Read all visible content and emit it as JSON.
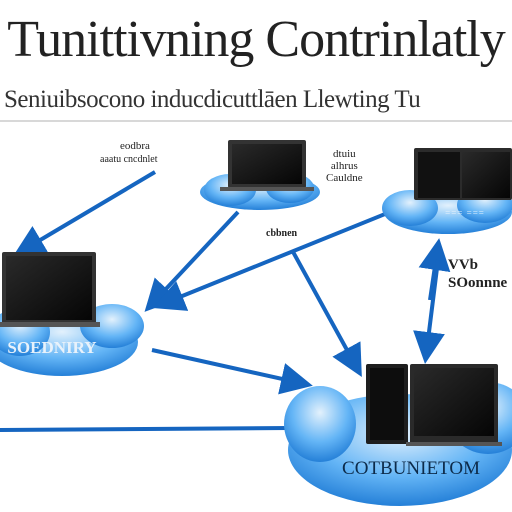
{
  "title": "Tunittivning Contrinlatly",
  "subtitle": "Seniuibsocono inducdicuttlāen Llewting Tu",
  "colors": {
    "cloud_fill": "#1e88e5",
    "cloud_light": "#bfdcf5",
    "arrow": "#1565c0",
    "screen": "#111111"
  },
  "labels": {
    "top_left_a": "eodbra",
    "top_left_b": "aaatu cncdnlet",
    "top_mid": "dtuiu\nalhrus\nCauldne",
    "arrow_mid": "cbbnen",
    "right_side": "VVb\nSOonnne",
    "left_cloud": "SOEDNIRY",
    "bottom_cloud": "COTBUNIETOM",
    "right_cloud": "===  ==="
  },
  "nodes": [
    {
      "id": "top-center",
      "icon": "laptop-icon"
    },
    {
      "id": "top-right",
      "icon": "desktop-monitor-icon"
    },
    {
      "id": "left",
      "icon": "laptop-icon"
    },
    {
      "id": "bottom-center",
      "icon": "desktop-monitor-icon"
    }
  ]
}
